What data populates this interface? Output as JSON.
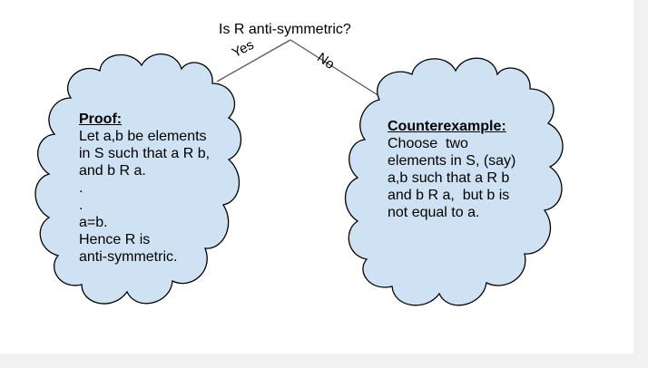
{
  "diagram": {
    "question": "Is R anti-symmetric?",
    "edge_yes": "Yes",
    "edge_no": "No",
    "proof": {
      "heading": "Proof:",
      "lines": [
        "Let a,b be elements",
        "in S such that a R b,",
        "and b R a.",
        ".",
        ".",
        "a=b.",
        "Hence R is",
        "anti-symmetric."
      ]
    },
    "counterexample": {
      "heading": "Counterexample:",
      "lines": [
        "Choose  two",
        "elements in S, (say)",
        "a,b such that a R b",
        "and b R a,  but b is",
        "not equal to a."
      ]
    }
  },
  "colors": {
    "cloud_fill": "#cfe2f3",
    "cloud_stroke": "#000000",
    "edge_stroke": "#595959",
    "outer_background": "#f1f1f1"
  }
}
